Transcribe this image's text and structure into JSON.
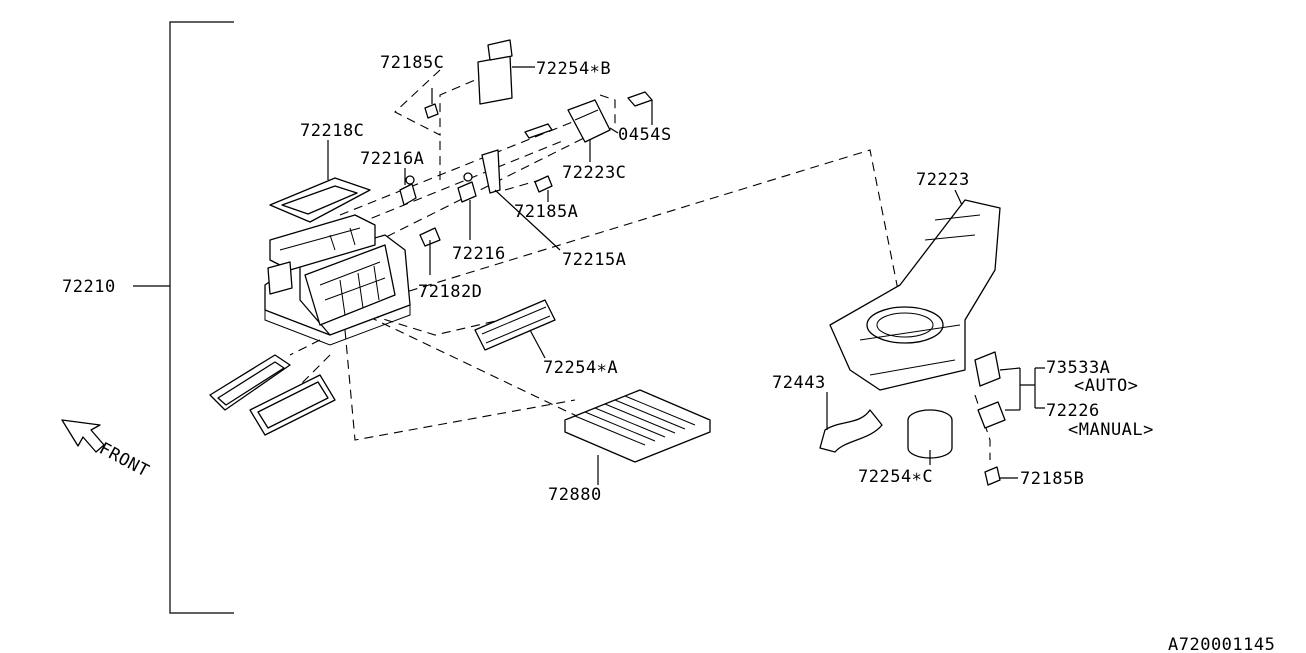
{
  "labels": {
    "p72185C": "72185C",
    "p72254B": "72254∗B",
    "p0454S": "0454S",
    "p72218C": "72218C",
    "p72216A": "72216A",
    "p72223C": "72223C",
    "p72185A": "72185A",
    "p72216": "72216",
    "p72215A": "72215A",
    "p72210": "72210",
    "p72182D": "72182D",
    "p72254A": "72254∗A",
    "p72880": "72880",
    "p72223": "72223",
    "p73533A": "73533A",
    "auto": "<AUTO>",
    "p72226": "72226",
    "manual": "<MANUAL>",
    "p72443": "72443",
    "p72254C": "72254∗C",
    "p72185B": "72185B",
    "front": "FRONT",
    "code": "A720001145"
  }
}
